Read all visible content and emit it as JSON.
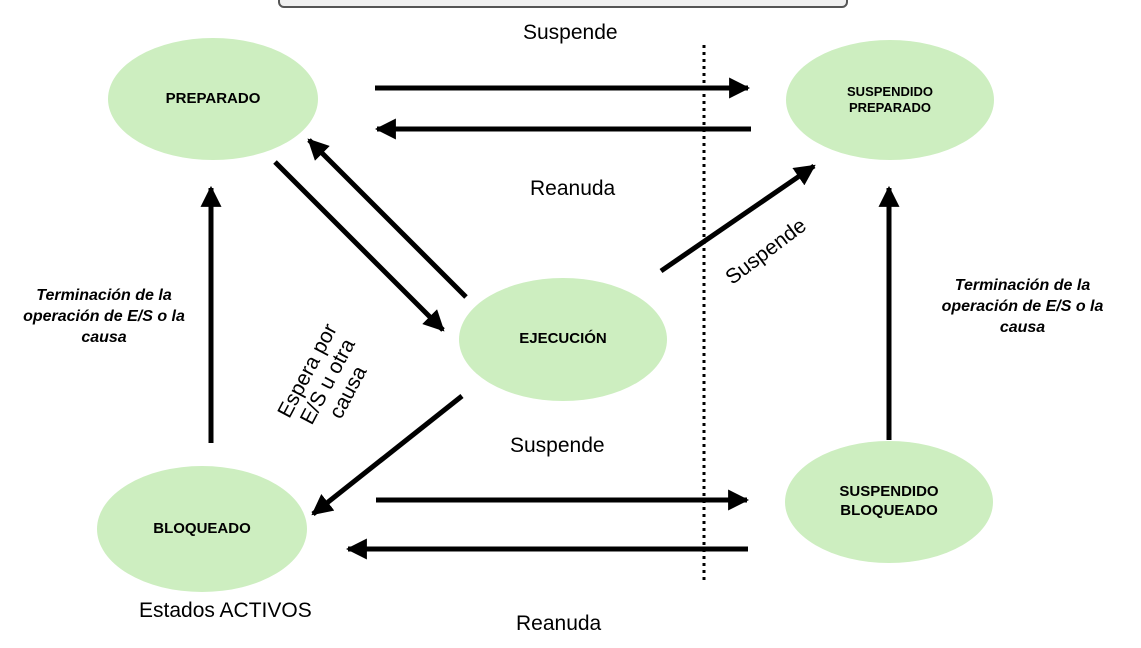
{
  "colors": {
    "state_fill": "#cdeec0",
    "arrow": "#000000"
  },
  "states": {
    "preparado": "PREPARADO",
    "ejecucion": "EJECUCIÓN",
    "bloqueado": "BLOQUEADO",
    "suspendido_preparado_line1": "SUSPENDIDO",
    "suspendido_preparado_line2": "PREPARADO",
    "suspendido_bloqueado_line1": "SUSPENDIDO",
    "suspendido_bloqueado_line2": "BLOQUEADO"
  },
  "labels": {
    "suspende_top": "Suspende",
    "reanuda_top": "Reanuda",
    "suspende_diag": "Suspende",
    "suspende_mid": "Suspende",
    "reanuda_bottom": "Reanuda",
    "estados_activos": "Estados ACTIVOS",
    "espera_line1": "Espera por",
    "espera_line2": "E/S u otra",
    "espera_line3": "causa",
    "term_left_line1": "Terminación de la",
    "term_left_line2": "operación de E/S o la",
    "term_left_line3": "causa",
    "term_right_line1": "Terminación de la",
    "term_right_line2": "operación de E/S o la",
    "term_right_line3": "causa"
  }
}
